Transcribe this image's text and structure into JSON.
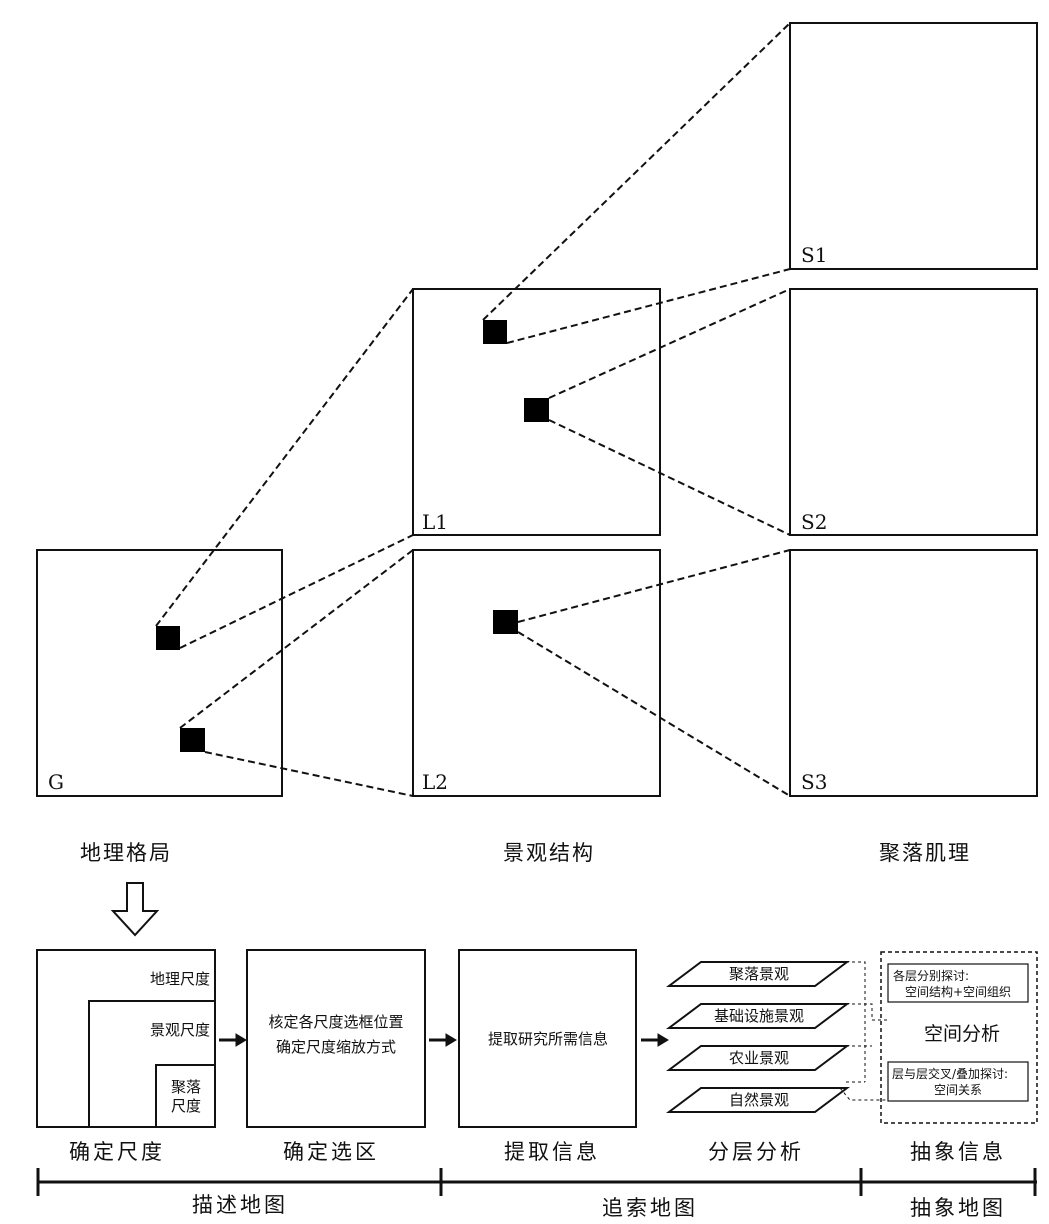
{
  "panels": {
    "g": "G",
    "l1": "L1",
    "l2": "L2",
    "s1": "S1",
    "s2": "S2",
    "s3": "S3"
  },
  "scale_titles": {
    "geo": "地理格局",
    "landscape": "景观结构",
    "settlement": "聚落肌理"
  },
  "flow": {
    "box1": {
      "geo_scale": "地理尺度",
      "landscape_scale": "景观尺度",
      "settlement_scale_line1": "聚落",
      "settlement_scale_line2": "尺度"
    },
    "box2": {
      "line1": "核定各尺度选框位置",
      "line2": "确定尺度缩放方式"
    },
    "box3": {
      "text": "提取研究所需信息"
    },
    "layers": [
      "聚落景观",
      "基础设施景观",
      "农业景观",
      "自然景观"
    ],
    "abstract": {
      "note1_line1": "各层分别探讨:",
      "note1_line2": "空间结构+空间组织",
      "title": "空间分析",
      "note2_line1": "层与层交叉/叠加探讨:",
      "note2_line2": "空间关系"
    }
  },
  "steps": [
    "确定尺度",
    "确定选区",
    "提取信息",
    "分层分析",
    "抽象信息"
  ],
  "phases": [
    "描述地图",
    "追索地图",
    "抽象地图"
  ]
}
